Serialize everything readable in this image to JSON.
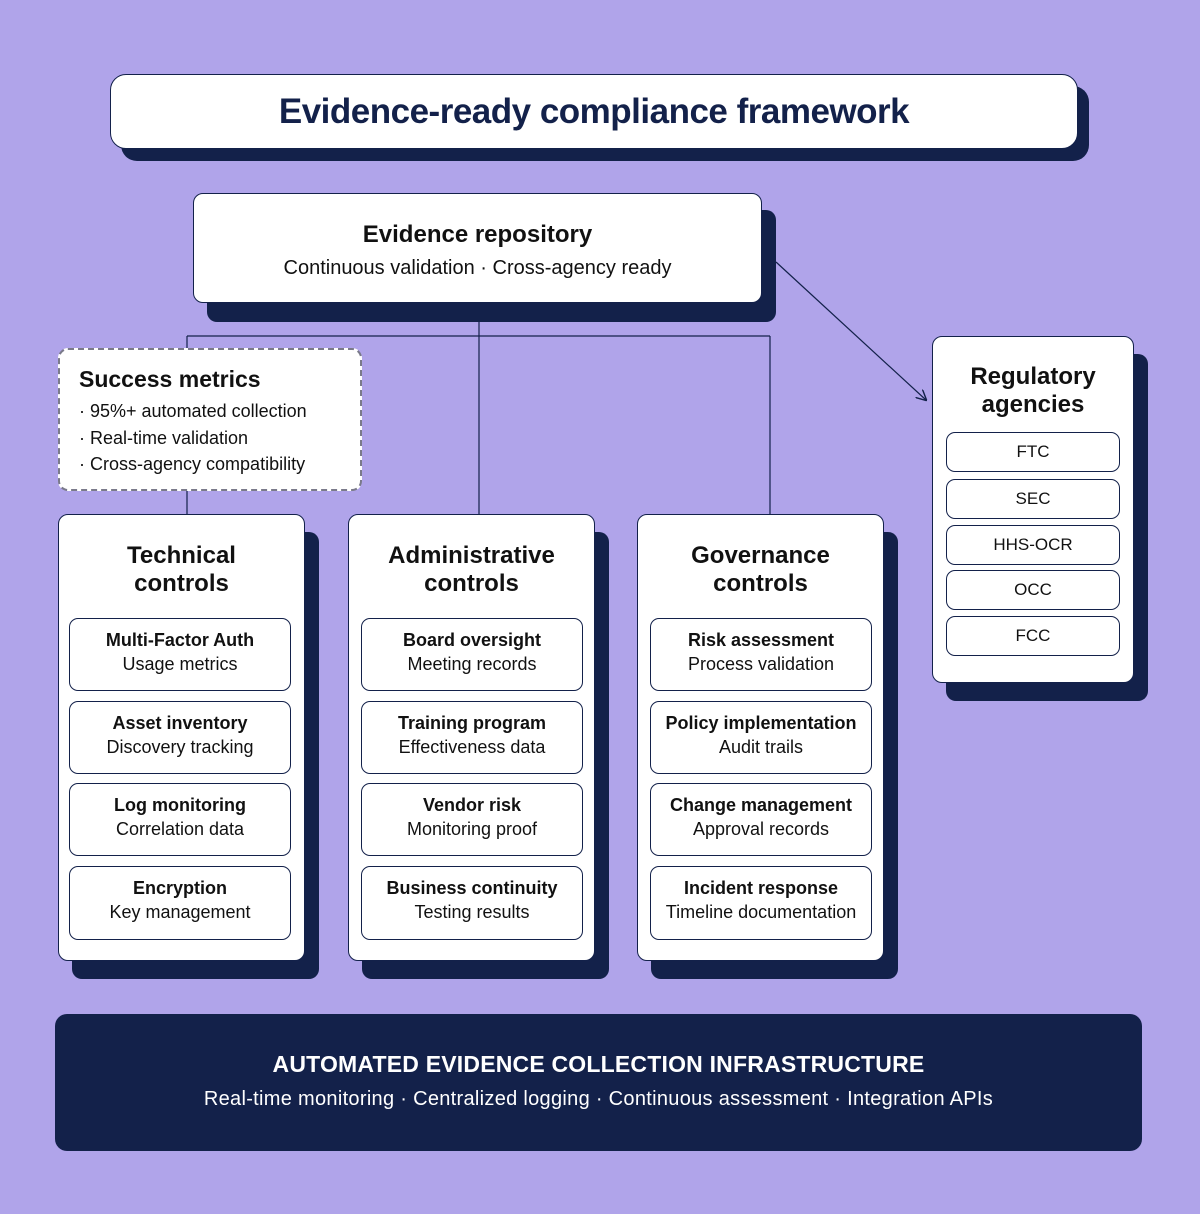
{
  "title": "Evidence-ready compliance framework",
  "repository": {
    "title": "Evidence repository",
    "subtitle": "Continuous validation · Cross-agency ready"
  },
  "success_metrics": {
    "title": "Success metrics",
    "items": [
      "· 95%+ automated collection",
      "· Real-time validation",
      "· Cross-agency compatibility"
    ]
  },
  "columns": [
    {
      "title_line1": "Technical",
      "title_line2": "controls",
      "items": [
        {
          "title": "Multi-Factor Auth",
          "sub": "Usage metrics"
        },
        {
          "title": "Asset inventory",
          "sub": "Discovery tracking"
        },
        {
          "title": "Log monitoring",
          "sub": "Correlation data"
        },
        {
          "title": "Encryption",
          "sub": "Key management"
        }
      ]
    },
    {
      "title_line1": "Administrative",
      "title_line2": "controls",
      "items": [
        {
          "title": "Board oversight",
          "sub": "Meeting records"
        },
        {
          "title": "Training program",
          "sub": "Effectiveness data"
        },
        {
          "title": "Vendor risk",
          "sub": "Monitoring proof"
        },
        {
          "title": "Business continuity",
          "sub": "Testing results"
        }
      ]
    },
    {
      "title_line1": "Governance",
      "title_line2": "controls",
      "items": [
        {
          "title": "Risk assessment",
          "sub": "Process validation"
        },
        {
          "title": "Policy implementation",
          "sub": "Audit trails"
        },
        {
          "title": "Change management",
          "sub": "Approval records"
        },
        {
          "title": "Incident response",
          "sub": "Timeline documentation"
        }
      ]
    }
  ],
  "agencies": {
    "title_line1": "Regulatory",
    "title_line2": "agencies",
    "items": [
      "FTC",
      "SEC",
      "HHS-OCR",
      "OCC",
      "FCC"
    ]
  },
  "infrastructure": {
    "title": "AUTOMATED EVIDENCE COLLECTION INFRASTRUCTURE",
    "subtitle": "Real-time monitoring · Centralized logging · Continuous assessment · Integration APIs"
  },
  "colors": {
    "background": "#b0a4ea",
    "navy": "#13214a",
    "card": "#ffffff"
  }
}
